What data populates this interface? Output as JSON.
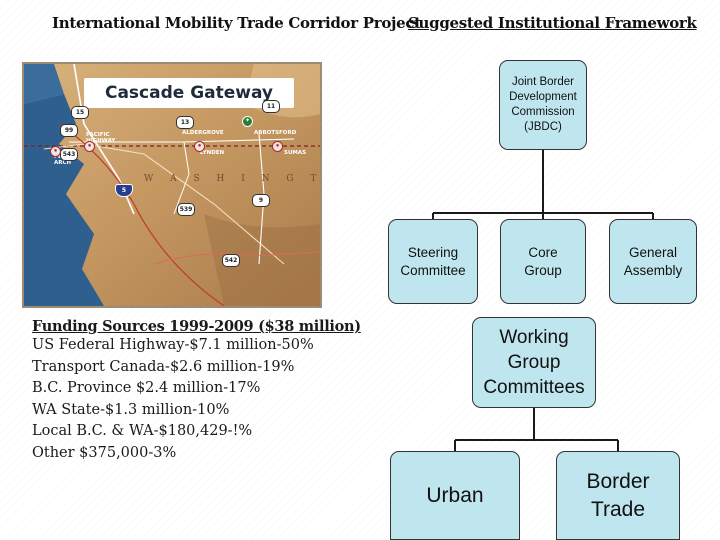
{
  "header": {
    "left_title": "International Mobility Trade Corridor Project",
    "right_title": "Suggested Institutional Framework"
  },
  "map": {
    "title": "Cascade Gateway",
    "state_label": "W A S H I N G T O N",
    "place_labels": {
      "pacific_highway": "PACIFIC\nHIGHWAY",
      "aldergrove": "ALDERGROVE",
      "abbotsford": "ABBOTSFORD",
      "peace_arch": "PEACE\nARCH",
      "lynden": "LYNDEN",
      "sumas": "SUMAS"
    },
    "route_shields": {
      "r15": "15",
      "r11": "11",
      "r99": "99",
      "r13": "13",
      "r543": "543",
      "r5": "5",
      "r539": "539",
      "r9": "9",
      "r542": "542"
    }
  },
  "funding": {
    "title": "Funding Sources 1999-2009 ($38 million)",
    "lines": [
      "US Federal Highway-$7.1 million-50%",
      "Transport Canada-$2.6 million-19%",
      "B.C. Province $2.4 million-17%",
      "WA State-$1.3 million-10%",
      "Local B.C. & WA-$180,429-!%",
      "Other $375,000-3%"
    ]
  },
  "org_chart": {
    "jbdc": [
      "Joint Border",
      "Development",
      "Commission",
      "(JBDC)"
    ],
    "steering": [
      "Steering",
      "Committee"
    ],
    "core": [
      "Core",
      "Group"
    ],
    "general": [
      "General",
      "Assembly"
    ],
    "working": [
      "Working",
      "Group",
      "Committees"
    ],
    "urban": [
      "Urban"
    ],
    "border_trade": [
      "Border",
      "Trade"
    ]
  }
}
